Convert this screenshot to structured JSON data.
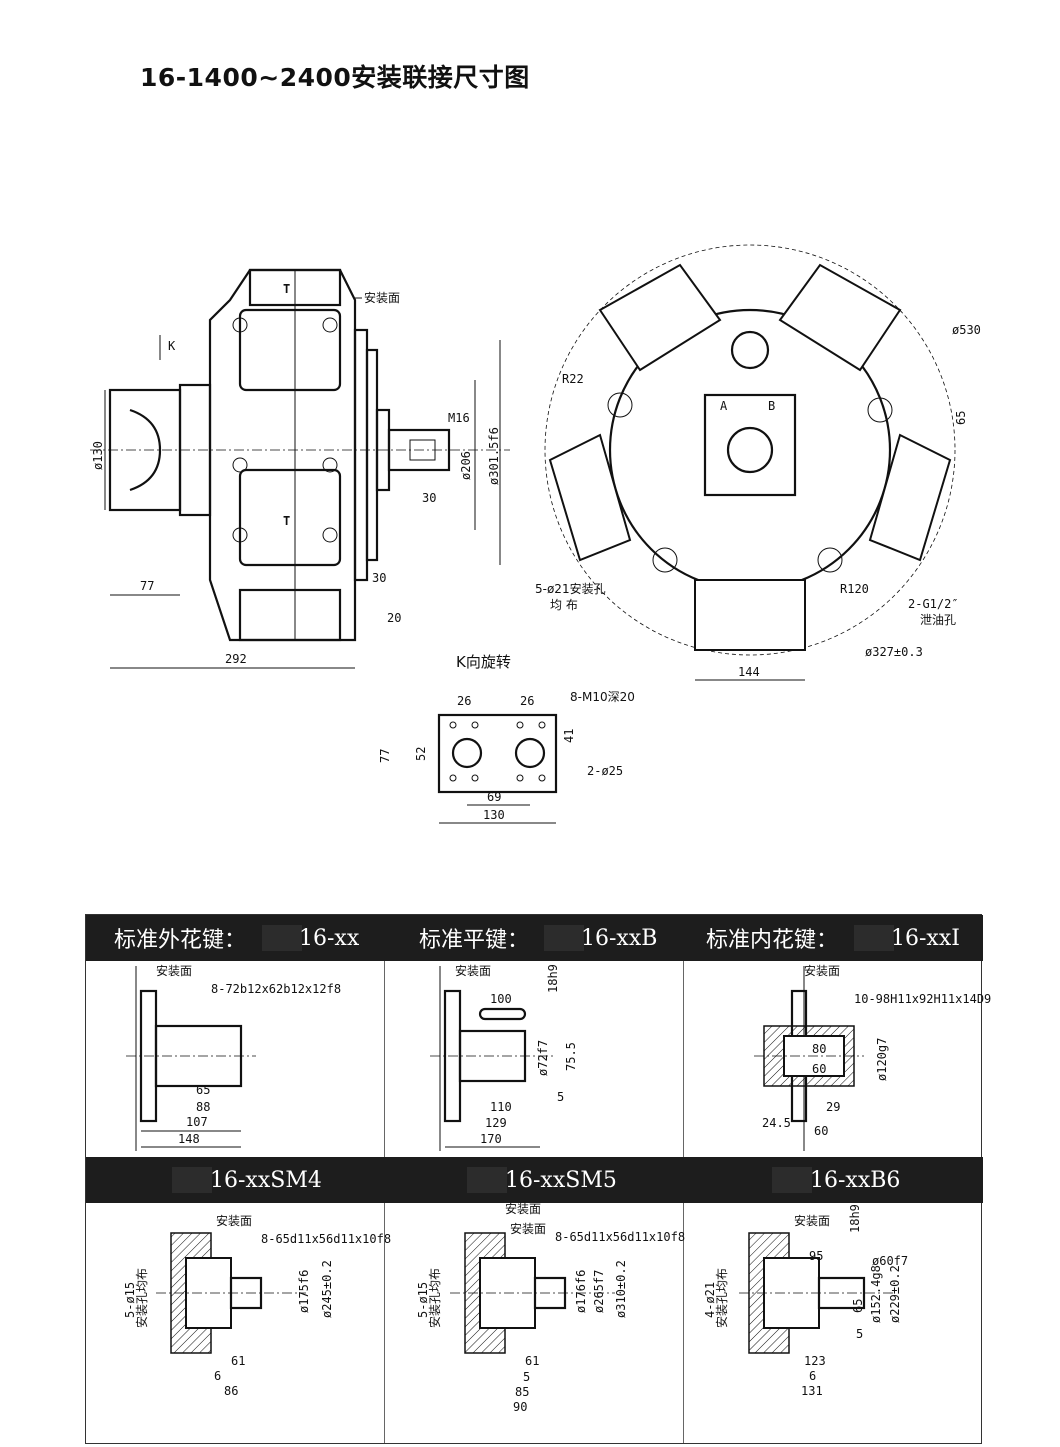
{
  "page_title": "16-1400~2400安装联接尺寸图",
  "main_drawing": {
    "labels": {
      "mount_face": "安装面",
      "k_arrow": "K",
      "phi130": "ø130",
      "m16": "M16",
      "phi206": "ø206",
      "phi301": "ø301.5f6",
      "d30a": "30",
      "d30b": "30",
      "d20": "20",
      "d77": "77",
      "d292": "292",
      "k_rotate": "K向旋转"
    }
  },
  "front_view": {
    "labels": {
      "phi530": "ø530",
      "r22": "R22",
      "d65": "65",
      "a": "A",
      "b": "B",
      "holes": "5-ø21安装孔",
      "holes2": "均 布",
      "r120": "R120",
      "g12": "2-G1/2″",
      "drain": "泄油孔",
      "d144": "144",
      "phi327": "ø327±0.3"
    }
  },
  "k_view": {
    "labels": {
      "d26a": "26",
      "d26b": "26",
      "m10": "8-M10深20",
      "d77": "77",
      "d52": "52",
      "d41": "41",
      "phi25": "2-ø25",
      "d69": "69",
      "d130": "130"
    }
  },
  "table": {
    "row1": [
      {
        "name": "标准外花键：",
        "code": "16-xx"
      },
      {
        "name": "标准平键：",
        "code": "16-xxB"
      },
      {
        "name": "标准内花键：",
        "code": "16-xxI"
      }
    ],
    "row2": [
      {
        "code": "16-xxSM4"
      },
      {
        "code": "16-xxSM5"
      },
      {
        "code": "16-xxB6"
      }
    ],
    "cells": {
      "c1": {
        "face": "安装面",
        "spec": "8-72b12x62b12x12f8",
        "d65": "65",
        "d88": "88",
        "d107": "107",
        "d148": "148"
      },
      "c2": {
        "face": "安装面",
        "d100": "100",
        "h9": "18h9",
        "f7": "ø72f7",
        "d75": "75.5",
        "d5": "5",
        "d110": "110",
        "d129": "129",
        "d170": "170"
      },
      "c3": {
        "face": "安装面",
        "spec": "10-98H11x92H11x14D9",
        "d80": "80",
        "d60": "60",
        "g7": "ø120g7",
        "d29": "29",
        "d24": "24.5",
        "d60b": "60"
      },
      "c4": {
        "face": "安装面",
        "spec": "8-65d11x56d11x10f8",
        "holes": "5-ø15",
        "holes2": "安装孔均布",
        "f6": "ø175f6",
        "phi245": "ø245±0.2",
        "d61": "61",
        "d6": "6",
        "d86": "86"
      },
      "c5": {
        "face1": "安装面",
        "face2": "安装面",
        "spec": "8-65d11x56d11x10f8",
        "holes": "5-ø15",
        "holes2": "安装孔均布",
        "f6": "ø176f6",
        "f7": "ø265f7",
        "phi310": "ø310±0.2",
        "d61": "61",
        "d5": "5",
        "d85": "85",
        "d90": "90"
      },
      "c6": {
        "face": "安装面",
        "h9": "18h9",
        "d95": "95",
        "f7": "ø60f7",
        "d65": "65",
        "g8": "ø152.4g8",
        "phi229": "ø229±0.2",
        "d5": "5",
        "holes": "4-ø21",
        "holes2": "安装孔均布",
        "d123": "123",
        "d6": "6",
        "d131": "131"
      }
    }
  }
}
